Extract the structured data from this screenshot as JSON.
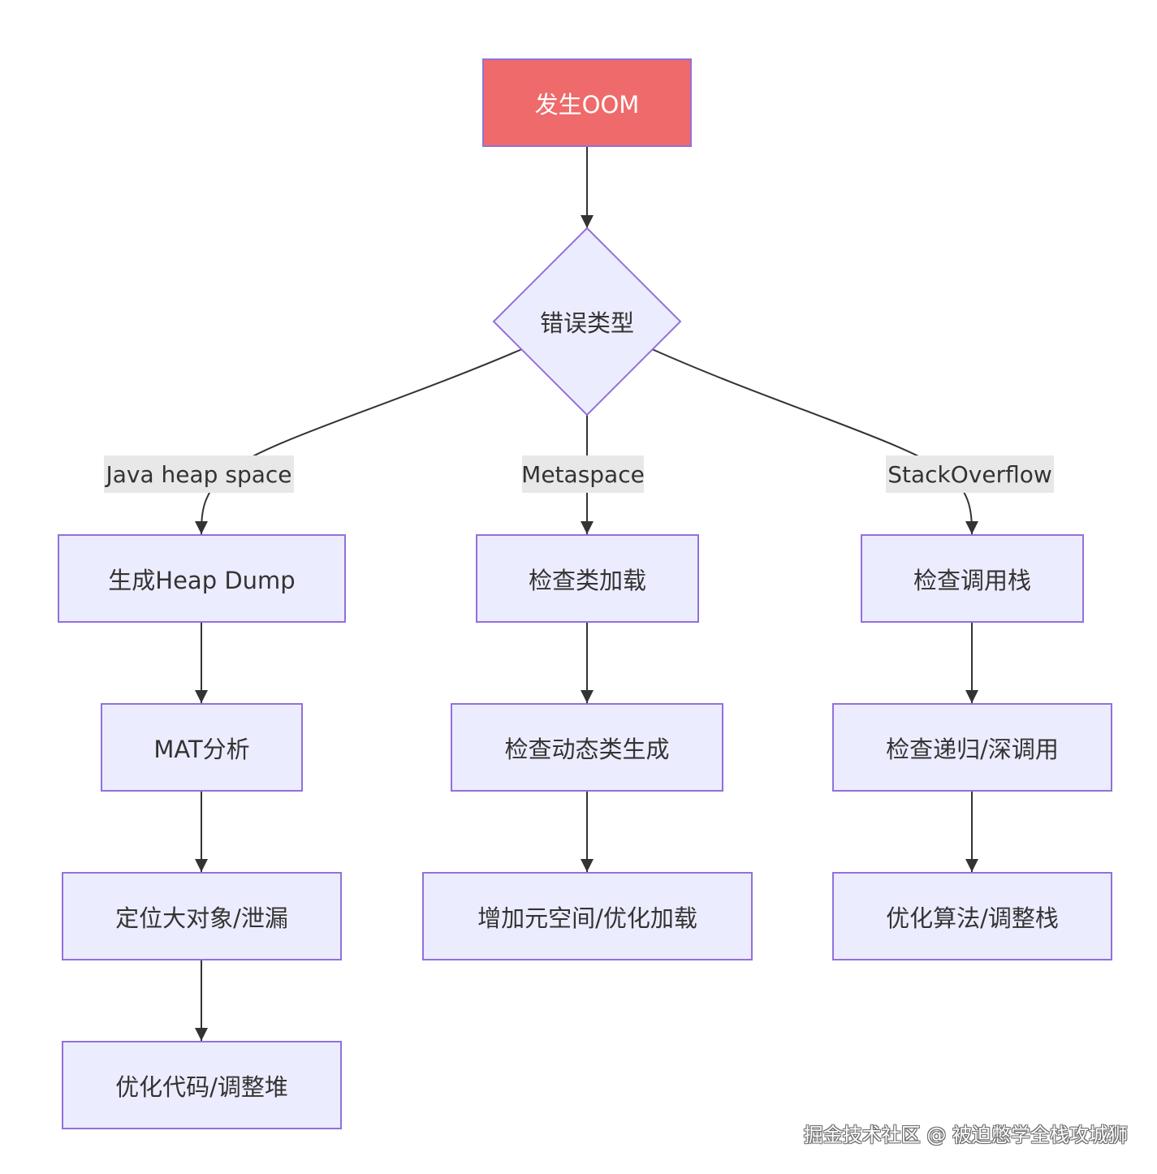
{
  "flowchart": {
    "start": {
      "label": "发生OOM"
    },
    "decision": {
      "label": "错误类型"
    },
    "branches": [
      {
        "edge_label": "Java heap space",
        "steps": [
          "生成Heap Dump",
          "MAT分析",
          "定位大对象/泄漏",
          "优化代码/调整堆"
        ]
      },
      {
        "edge_label": "Metaspace",
        "steps": [
          "检查类加载",
          "检查动态类生成",
          "增加元空间/优化加载"
        ]
      },
      {
        "edge_label": "StackOverflow",
        "steps": [
          "检查调用栈",
          "检查递归/深调用",
          "优化算法/调整栈"
        ]
      }
    ]
  },
  "watermark": {
    "text": "掘金技术社区 @ 被迫憋学全栈攻城狮"
  },
  "colors": {
    "node_fill": "#ececff",
    "node_border": "#9370db",
    "start_fill": "#ef6a6a",
    "edge": "#333333",
    "edge_label_bg": "#e8e8e8"
  }
}
